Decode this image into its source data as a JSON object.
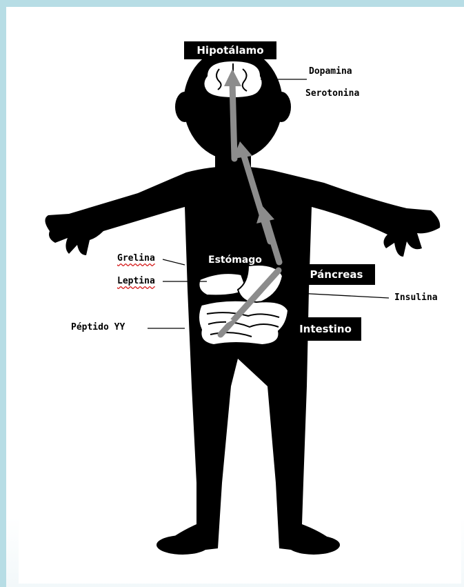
{
  "labels": {
    "hipotalamo": "Hipotálamo",
    "dopamina": "Dopamina",
    "serotonina": "Serotonina",
    "estomago": "Estómago",
    "pancreas": "Páncreas",
    "insulina": "Insulina",
    "grelina": "Grelina",
    "leptina": "Leptina",
    "peptido_yy": "Péptido YY",
    "intestino": "Intestino"
  },
  "colors": {
    "silhouette": "#000000",
    "arrow": "#8c8c8c",
    "background": "#b7dde5",
    "spellcheck": "#d61c1c"
  }
}
